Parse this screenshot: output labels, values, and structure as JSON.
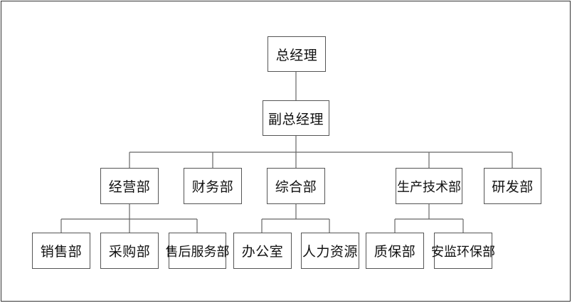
{
  "org_chart": {
    "general_manager": "总经理",
    "deputy_general_manager": "副总经理",
    "departments": {
      "business": "经营部",
      "finance": "财务部",
      "general_affairs": "综合部",
      "production_tech": "生产技术部",
      "rnd": "研发部"
    },
    "sub_departments": {
      "sales": "销售部",
      "purchasing": "采购部",
      "after_sales": "售后服务部",
      "office": "办公室",
      "hr": "人力资源",
      "quality": "质保部",
      "safety_env": "安监环保部"
    }
  }
}
